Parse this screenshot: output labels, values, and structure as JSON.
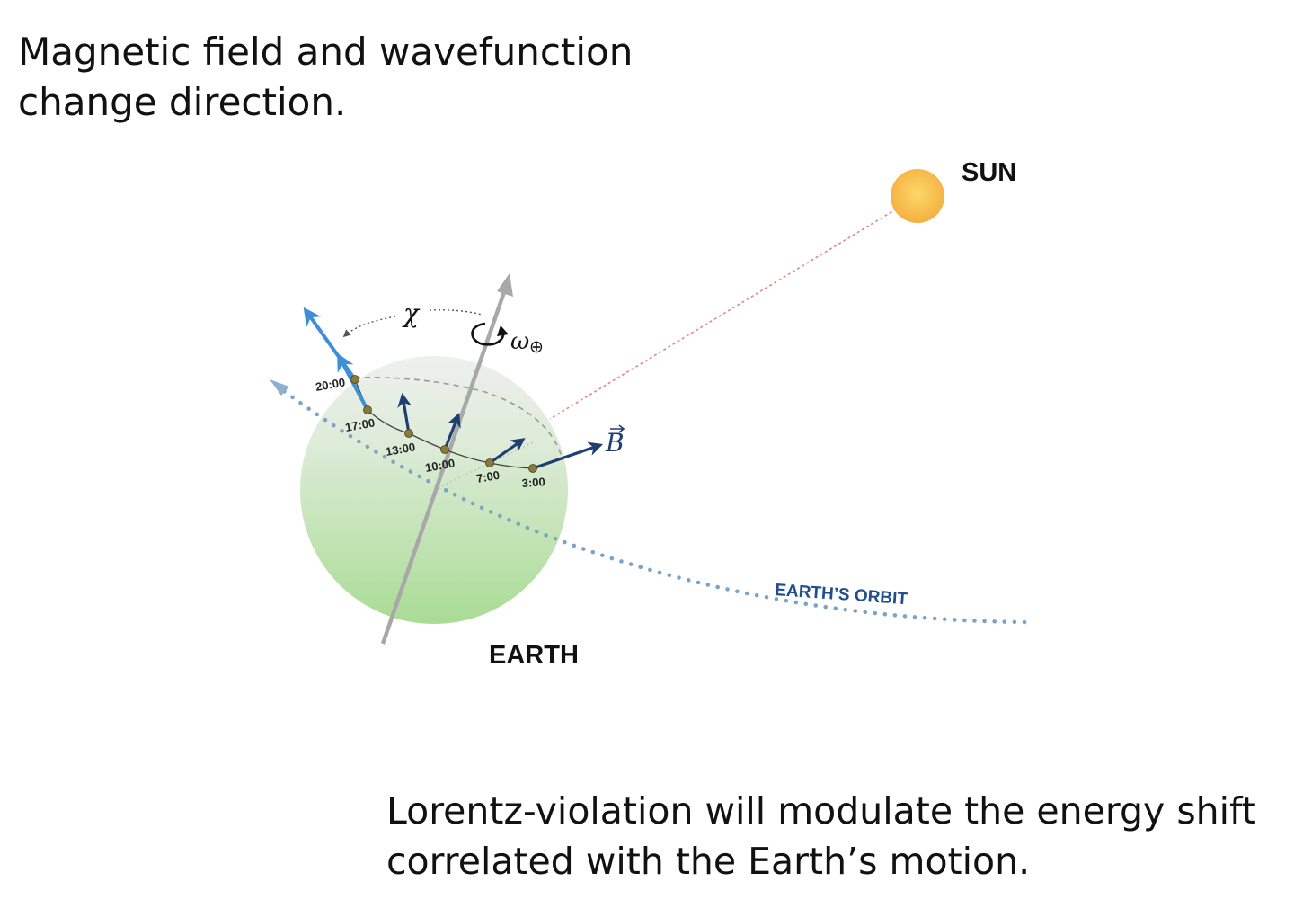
{
  "heading": {
    "line1": "Magnetic field and wavefunction",
    "line2": "change direction."
  },
  "caption": {
    "line1": "Lorentz-violation will modulate the energy shift",
    "line2": "correlated with the Earth’s motion."
  },
  "diagram": {
    "sun_label": "SUN",
    "earth_label": "EARTH",
    "orbit_label": "EARTH’S ORBIT",
    "chi_symbol": "χ",
    "omega_symbol": "ω",
    "omega_subscript": "⊕",
    "field_symbol": "B",
    "times": [
      "20:00",
      "17:00",
      "13:00",
      "10:00",
      "7:00",
      "3:00"
    ],
    "colors": {
      "sun": "#f8c14a",
      "earth": "#b8e0a4",
      "orbit": "#7aa3c8",
      "orbit_label": "#1f4e8a",
      "field_arrow": "#1f3f73",
      "light_arrow": "#3d8fd6",
      "axis": "#a8a8a8",
      "sun_ray": "#d98a8a",
      "time_dot": "#8a7a3a"
    }
  }
}
